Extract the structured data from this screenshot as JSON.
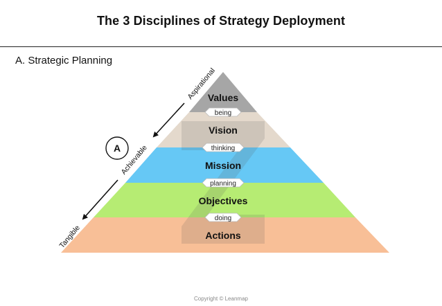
{
  "title": "The 3 Disciplines of Strategy Deployment",
  "section_label": "A.  Strategic Planning",
  "badge": "A",
  "side_labels": {
    "top": "Aspirational",
    "middle": "Achievable",
    "bottom": "Tangible"
  },
  "tiers": [
    {
      "label": "Values",
      "color": "#a6a6a6"
    },
    {
      "label": "Vision",
      "color": "#e4d9cc"
    },
    {
      "label": "Mission",
      "color": "#66c8f5"
    },
    {
      "label": "Objectives",
      "color": "#b6ec73"
    },
    {
      "label": "Actions",
      "color": "#f8bf97"
    }
  ],
  "connectors": [
    "being",
    "thinking",
    "planning",
    "doing"
  ],
  "copyright": "Copyright © Leanmap"
}
